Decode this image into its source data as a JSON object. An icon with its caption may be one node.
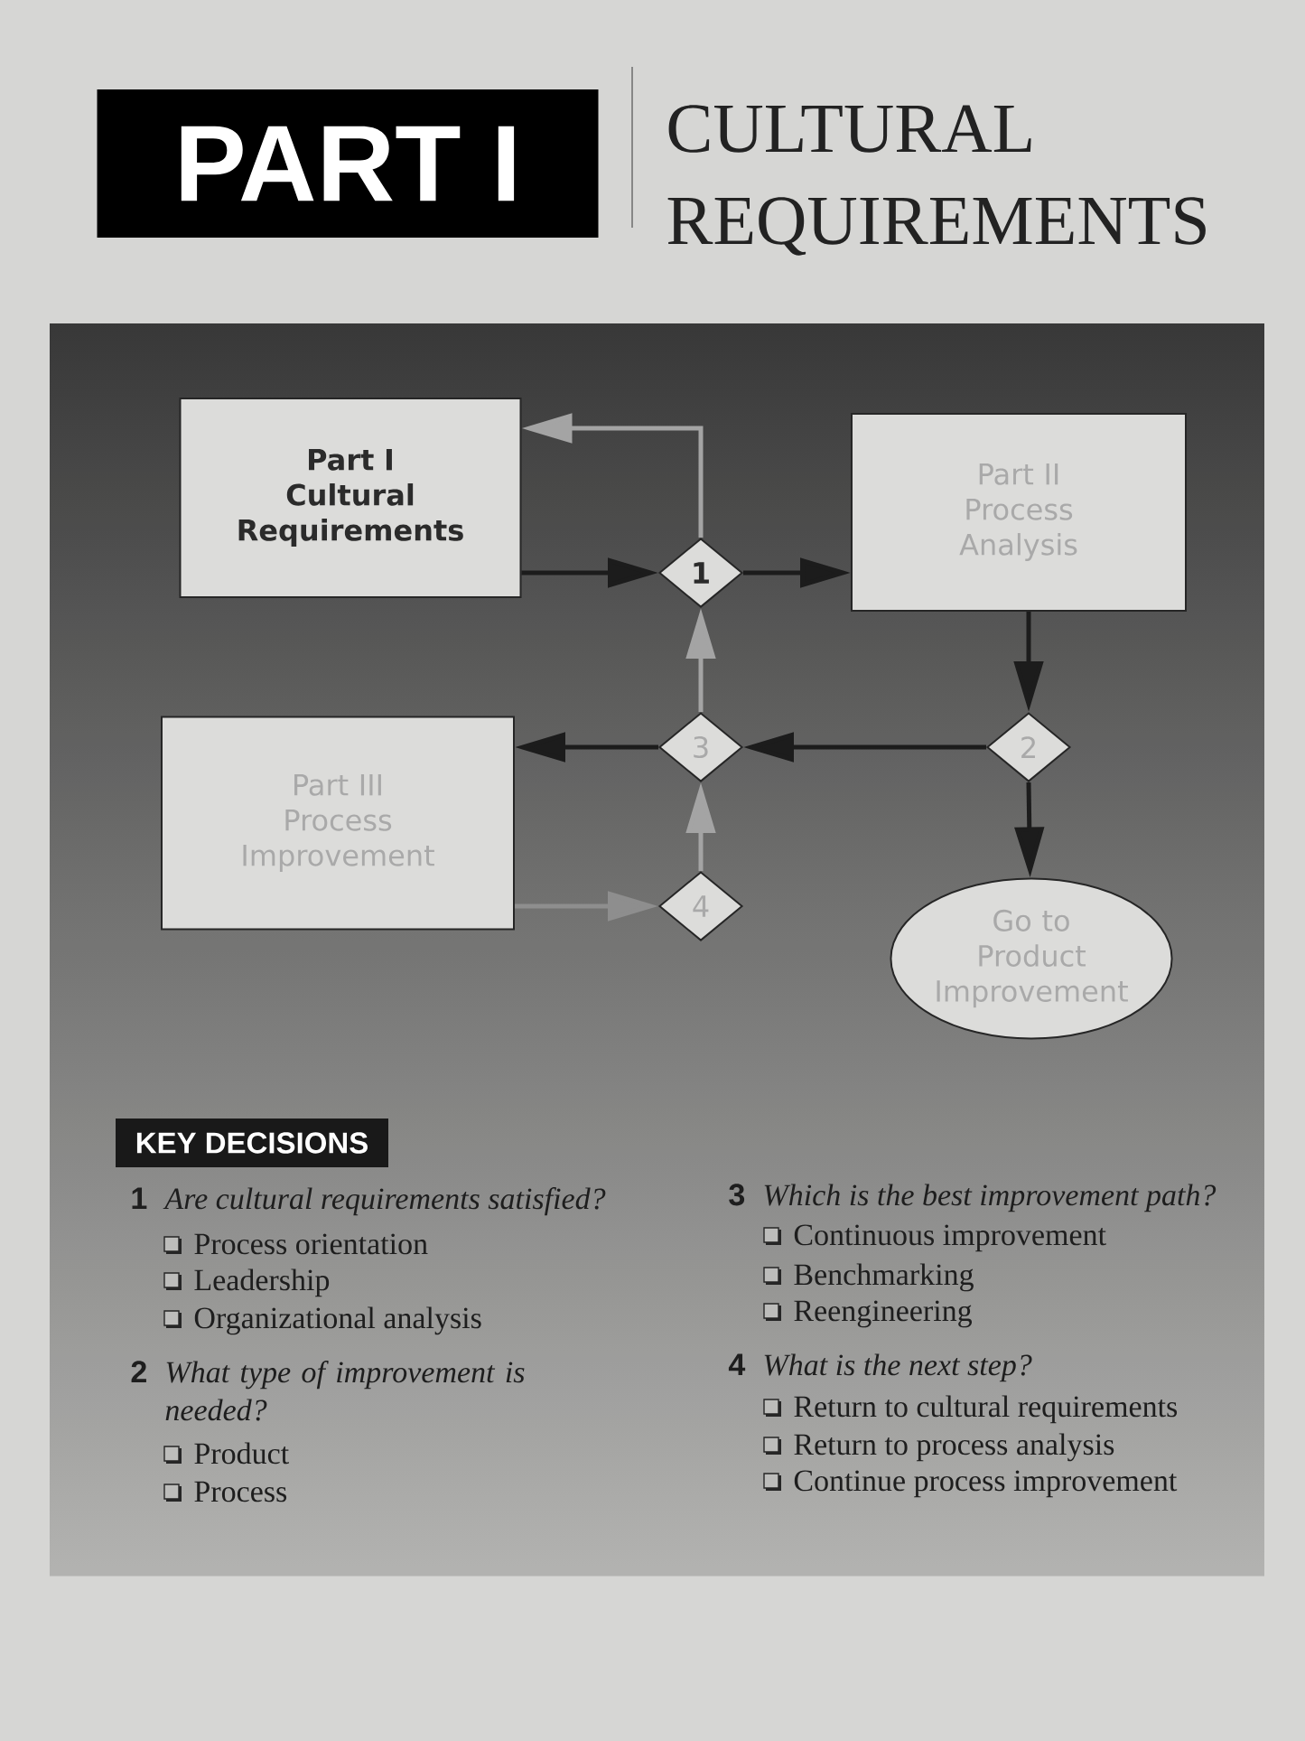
{
  "diagram": {
    "title": "CULTURAL REQUIREMENTS",
    "nodes": [
      {
        "text": [
          "PART I"
        ]
      },
      {
        "text": [
          "Part I Cultural Requirements"
        ]
      },
      {
        "text": [
          "1"
        ]
      },
      {
        "text": [
          "Part II Process Analysis"
        ]
      },
      {
        "text": [
          "Part III Process Improvement"
        ]
      },
      {
        "text": [
          "3"
        ]
      },
      {
        "text": [
          "2"
        ]
      },
      {
        "text": [
          "4"
        ]
      },
      {
        "text": [
          "Go to Product Improvement"
        ]
      },
      {
        "text": [
          "KEY DECISIONS"
        ]
      }
    ],
    "edges": [
      {
        "from": 1,
        "to": 2,
        "arrow": "to"
      },
      {
        "from": 2,
        "to": 3,
        "arrow": "to"
      },
      {
        "from": 2,
        "to": 1,
        "arrow": "to",
        "color": "#a4a4a4"
      },
      {
        "from": 3,
        "to": 6,
        "arrow": "to"
      },
      {
        "from": 6,
        "to": 5,
        "arrow": "to"
      },
      {
        "from": 5,
        "to": 4,
        "arrow": "to"
      },
      {
        "from": 6,
        "to": 8,
        "arrow": "to"
      },
      {
        "from": 5,
        "to": 2,
        "arrow": "to",
        "color": "#a4a4a4"
      },
      {
        "from": 7,
        "to": 5,
        "arrow": "to",
        "color": "#a4a4a4"
      },
      {
        "from": 4,
        "to": 7,
        "arrow": "to",
        "color": "#8e8e8e"
      }
    ],
    "labels": [
      "1",
      "Are cultural requirements satisfied?",
      "Process orientation",
      "Leadership",
      "Organizational analysis",
      "2",
      "What type of improvement is needed?",
      "Product",
      "Process",
      "3",
      "Which is the best improvement path?",
      "Continuous improvement",
      "Benchmarking",
      "Reengineering",
      "4",
      "What is the next step?",
      "Return to cultural requirements",
      "Return to process analysis",
      "Continue process improvement"
    ]
  }
}
